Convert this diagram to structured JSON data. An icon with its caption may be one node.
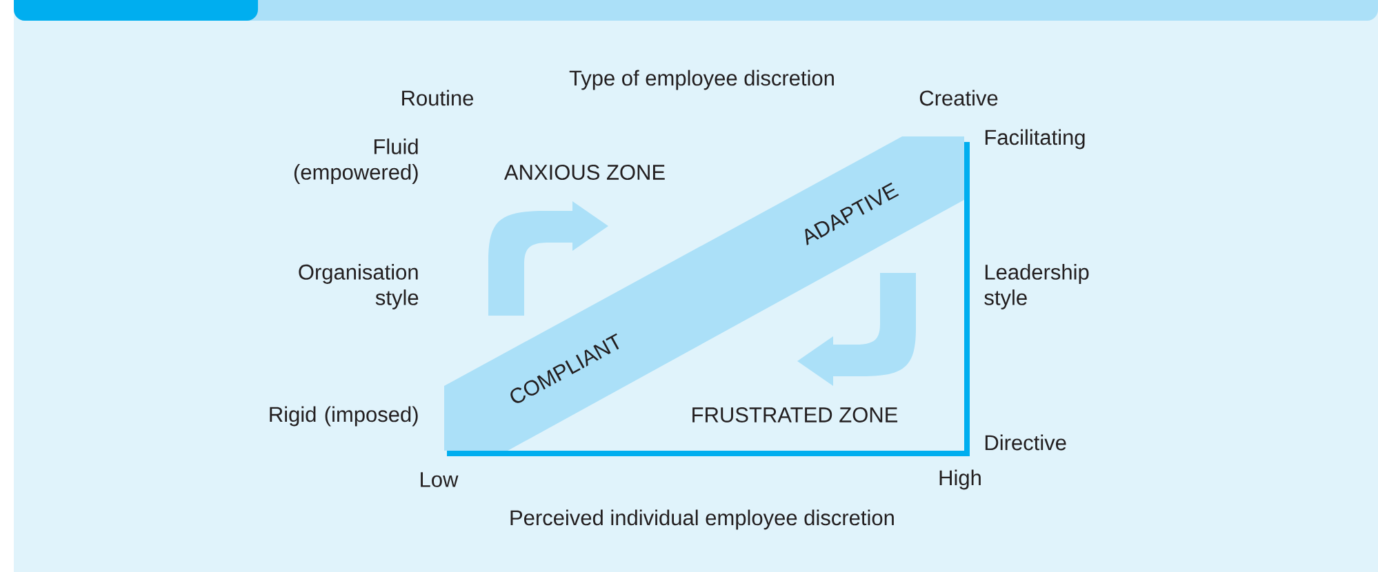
{
  "diagram": {
    "nodes": [
      {
        "text": [
          "COMPLIANT",
          "ADAPTIVE"
        ]
      }
    ],
    "labels": [
      "Type of employee discretion",
      "Routine",
      "Creative",
      "Fluid (empowered)",
      "Facilitating",
      "ANXIOUS ZONE",
      "Organisation style",
      "Leadership style",
      "Rigid (imposed)",
      "FRUSTRATED ZONE",
      "Directive",
      "Low",
      "High",
      "Perceived individual employee discretion"
    ]
  }
}
